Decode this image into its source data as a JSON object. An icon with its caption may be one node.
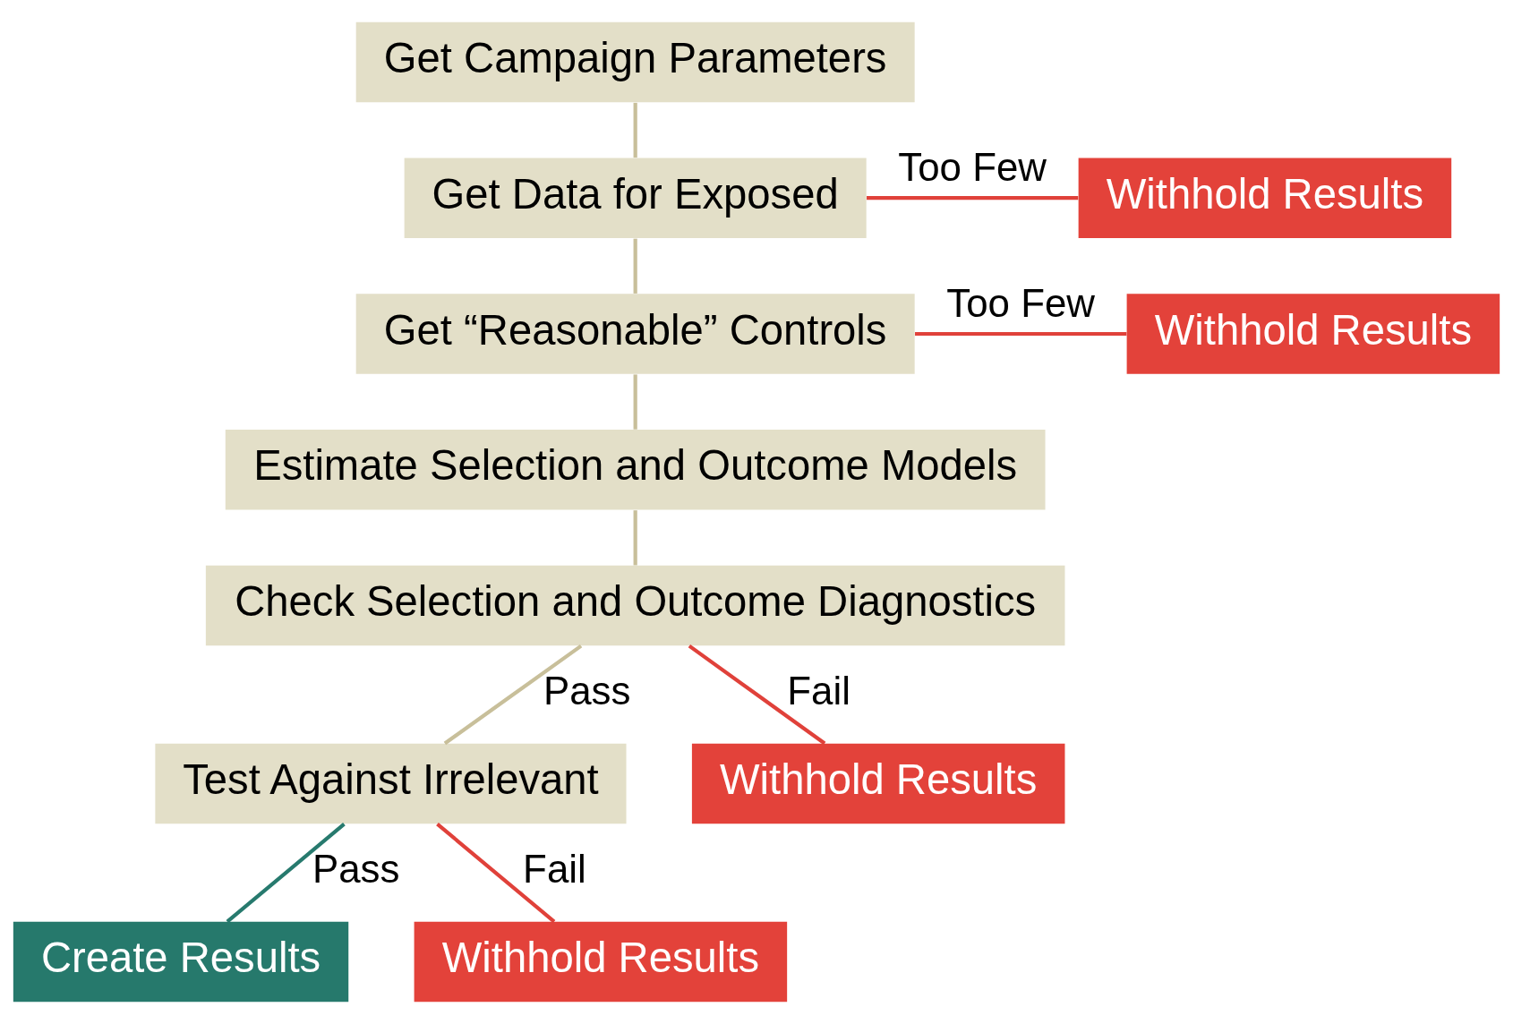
{
  "diagram": {
    "nodes": [
      {
        "text": [
          "Get Campaign Parameters"
        ]
      },
      {
        "text": [
          "Get Data for Exposed"
        ]
      },
      {
        "text": [
          "Withhold Results"
        ]
      },
      {
        "text": [
          "Get “Reasonable” Controls"
        ]
      },
      {
        "text": [
          "Withhold Results"
        ]
      },
      {
        "text": [
          "Estimate Selection and Outcome Models"
        ]
      },
      {
        "text": [
          "Check Selection and Outcome Diagnostics"
        ]
      },
      {
        "text": [
          "Test Against Irrelevant"
        ]
      },
      {
        "text": [
          "Withhold Results"
        ]
      },
      {
        "text": [
          "Create Results"
        ]
      },
      {
        "text": [
          "Withhold Results"
        ]
      }
    ],
    "edges": [
      {
        "from": 0,
        "to": 1,
        "arrow": "none"
      },
      {
        "from": 1,
        "to": 2,
        "arrow": "none",
        "label": "Too Few",
        "color": "#e0413a"
      },
      {
        "from": 1,
        "to": 3,
        "arrow": "none"
      },
      {
        "from": 3,
        "to": 4,
        "arrow": "none",
        "label": "Too Few",
        "color": "#e0413a"
      },
      {
        "from": 3,
        "to": 5,
        "arrow": "none"
      },
      {
        "from": 5,
        "to": 6,
        "arrow": "none"
      },
      {
        "from": 6,
        "to": 7,
        "arrow": "none",
        "label": "Pass"
      },
      {
        "from": 6,
        "to": 8,
        "arrow": "none",
        "label": "Fail",
        "color": "#e0413a"
      },
      {
        "from": 7,
        "to": 9,
        "arrow": "none",
        "label": "Pass",
        "color": "#277a6e"
      },
      {
        "from": 7,
        "to": 10,
        "arrow": "none",
        "label": "Fail",
        "color": "#e0413a"
      }
    ]
  }
}
